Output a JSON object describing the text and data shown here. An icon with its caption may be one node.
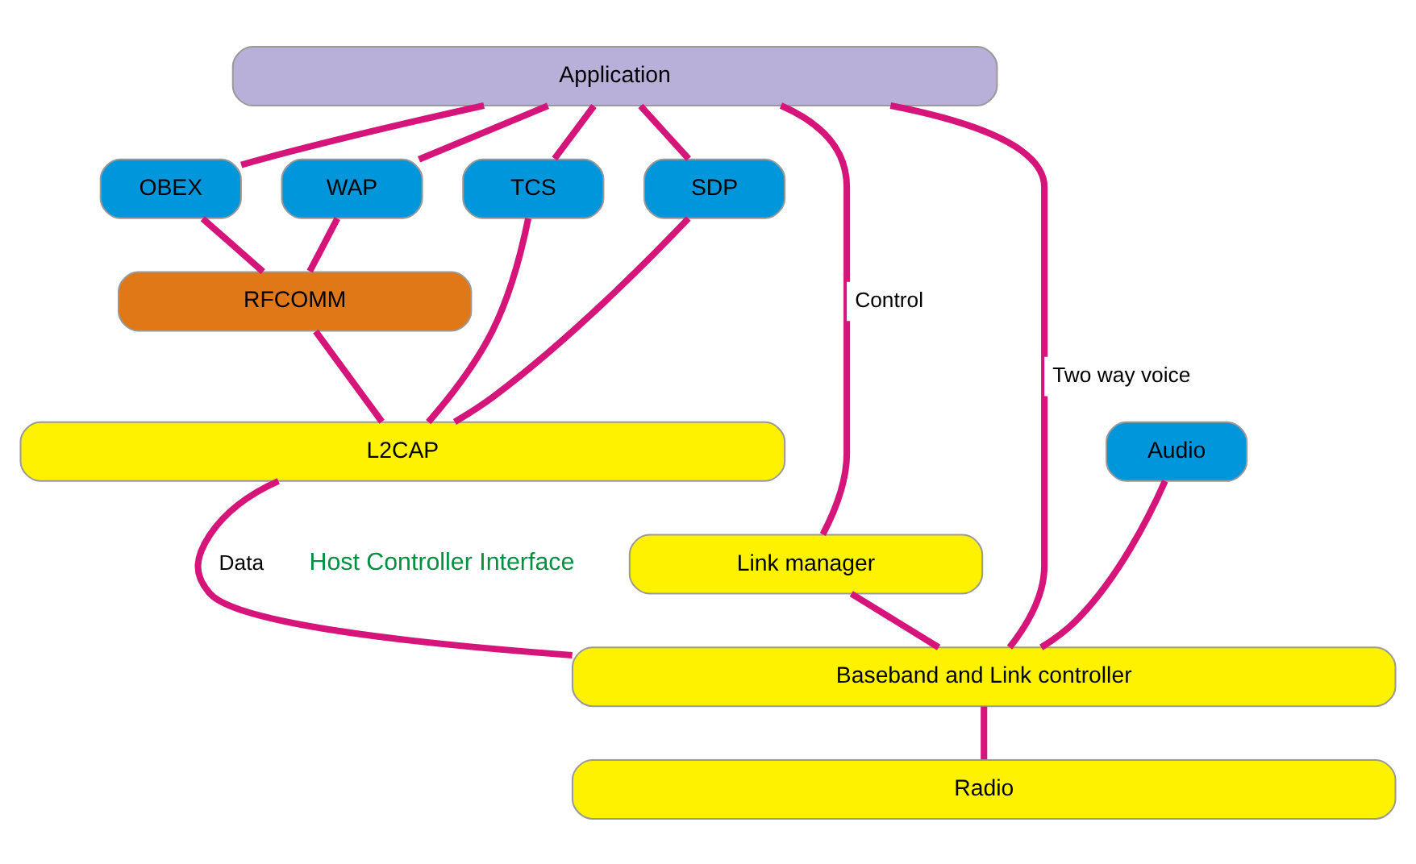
{
  "diagram": {
    "nodes": [
      {
        "text": [
          "Application"
        ]
      },
      {
        "text": [
          "OBEX"
        ]
      },
      {
        "text": [
          "WAP"
        ]
      },
      {
        "text": [
          "TCS"
        ]
      },
      {
        "text": [
          "SDP"
        ]
      },
      {
        "text": [
          "RFCOMM"
        ]
      },
      {
        "text": [
          "L2CAP"
        ]
      },
      {
        "text": [
          "Audio"
        ]
      },
      {
        "text": [
          "Link manager"
        ]
      },
      {
        "text": [
          "Baseband and Link controller"
        ]
      },
      {
        "text": [
          "Radio"
        ]
      }
    ],
    "edges": [
      {
        "from": 0,
        "to": 1,
        "arrow": "none"
      },
      {
        "from": 0,
        "to": 2,
        "arrow": "none"
      },
      {
        "from": 0,
        "to": 3,
        "arrow": "none"
      },
      {
        "from": 0,
        "to": 4,
        "arrow": "none"
      },
      {
        "from": 1,
        "to": 5,
        "arrow": "none"
      },
      {
        "from": 2,
        "to": 5,
        "arrow": "none"
      },
      {
        "from": 5,
        "to": 6,
        "arrow": "none"
      },
      {
        "from": 3,
        "to": 6,
        "arrow": "none"
      },
      {
        "from": 4,
        "to": 6,
        "arrow": "none"
      },
      {
        "from": 0,
        "to": 9,
        "label": "Two way voice",
        "arrow": "none"
      },
      {
        "from": 0,
        "to": 8,
        "label": "Control",
        "arrow": "none"
      },
      {
        "from": 8,
        "to": 9,
        "arrow": "none"
      },
      {
        "from": 6,
        "to": 9,
        "label": "Data",
        "arrow": "none"
      },
      {
        "from": 7,
        "to": 9,
        "arrow": "none"
      },
      {
        "from": 9,
        "to": 10,
        "arrow": "none"
      }
    ],
    "labels": [
      "Host Controller Interface"
    ]
  }
}
